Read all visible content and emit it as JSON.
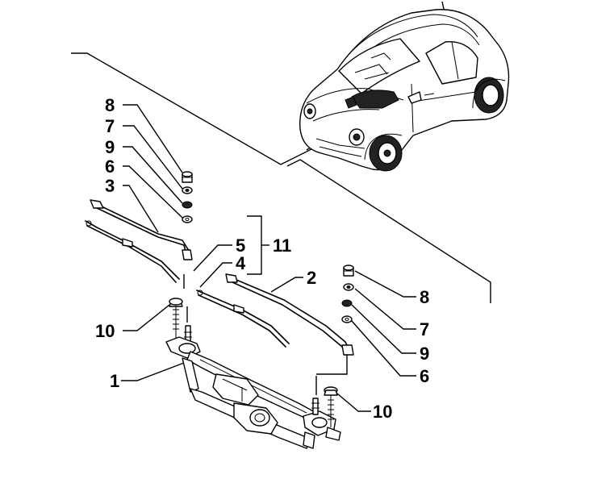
{
  "callouts": {
    "c1": "1",
    "c2": "2",
    "c3": "3",
    "c4": "4",
    "c5": "5",
    "c6_left": "6",
    "c6_right": "6",
    "c7_left": "7",
    "c7_right": "7",
    "c8_left": "8",
    "c8_right": "8",
    "c9_left": "9",
    "c9_right": "9",
    "c10_left": "10",
    "c10_right": "10",
    "c11": "11"
  }
}
